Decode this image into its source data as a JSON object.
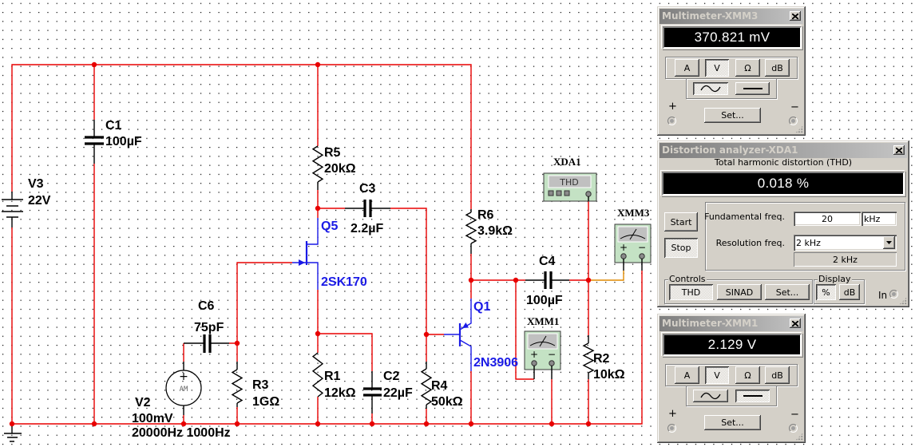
{
  "colors": {
    "wire": "#e80000",
    "probe_wire": "#e08a00",
    "transistor": "#1a1ae6",
    "transistor_label": "#1a1ae6",
    "instrument_body": "#c4e2c4",
    "window_background": "#d4d0c8",
    "display_background": "#000000",
    "display_text": "#ffffff"
  },
  "schematic": {
    "V3": {
      "ref": "V3",
      "value": "22V"
    },
    "C1": {
      "ref": "C1",
      "value": "100µF"
    },
    "R5": {
      "ref": "R5",
      "value": "20kΩ"
    },
    "C3": {
      "ref": "C3",
      "value": "2.2µF"
    },
    "Q5": {
      "ref": "Q5",
      "value": "2SK170"
    },
    "R6": {
      "ref": "R6",
      "value": "3.9kΩ"
    },
    "C4": {
      "ref": "C4",
      "value": "100µF"
    },
    "Q1": {
      "ref": "Q1",
      "value": "2N3906"
    },
    "C6": {
      "ref": "C6",
      "value": "75pF"
    },
    "R3": {
      "ref": "R3",
      "value": "1GΩ"
    },
    "R1": {
      "ref": "R1",
      "value": "12kΩ"
    },
    "C2": {
      "ref": "C2",
      "value": "22µF"
    },
    "R4": {
      "ref": "R4",
      "value": "50kΩ"
    },
    "R2": {
      "ref": "R2",
      "value": "10kΩ"
    },
    "V2": {
      "ref": "V2",
      "amplitude": "100mV",
      "frequencies": "20000Hz 1000Hz",
      "symbol": "AM",
      "plus": "+"
    },
    "XDA1": {
      "ref": "XDA1",
      "face": "THD"
    },
    "XMM1": {
      "ref": "XMM1",
      "plus": "+",
      "minus": "−"
    },
    "XMM3": {
      "ref": "XMM3",
      "plus": "+",
      "minus": "−"
    }
  },
  "windows": {
    "xmm3": {
      "title": "Multimeter-XMM3",
      "reading": "370.821 mV",
      "buttons": {
        "amp": "A",
        "volt": "V",
        "ohm": "Ω",
        "db": "dB"
      },
      "selected_unit": "V",
      "selected_mode": "AC",
      "set_label": "Set...",
      "plus_label": "+",
      "minus_label": "−"
    },
    "xda1": {
      "title": "Distortion analyzer-XDA1",
      "heading": "Total harmonic distortion (THD)",
      "reading": "0.018 %",
      "start_label": "Start",
      "stop_label": "Stop",
      "run_state": "Stop",
      "fundamental_label": "Fundamental freq.",
      "fundamental_value": "20",
      "fundamental_unit": "kHz",
      "resolution_label": "Resolution freq.",
      "resolution_selected": "2 kHz",
      "resolution_readout": "2 kHz",
      "controls_label": "Controls",
      "controls": {
        "thd": "THD",
        "sinad": "SINAD",
        "set": "Set..."
      },
      "control_mode": "THD",
      "display_label": "Display",
      "display": {
        "percent": "%",
        "db": "dB"
      },
      "display_mode": "%",
      "input_label": "In"
    },
    "xmm1": {
      "title": "Multimeter-XMM1",
      "reading": "2.129 V",
      "buttons": {
        "amp": "A",
        "volt": "V",
        "ohm": "Ω",
        "db": "dB"
      },
      "selected_unit": "V",
      "selected_mode": "DC",
      "set_label": "Set...",
      "plus_label": "+",
      "minus_label": "−"
    }
  }
}
